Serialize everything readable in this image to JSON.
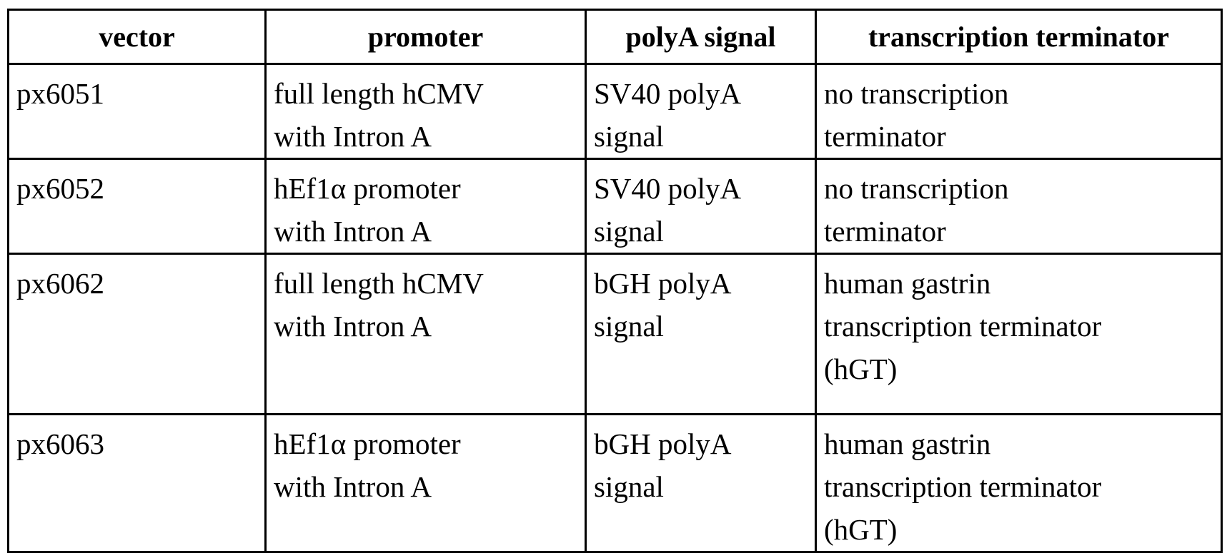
{
  "table": {
    "columns": [
      {
        "key": "vector",
        "label": "vector"
      },
      {
        "key": "promoter",
        "label": "promoter"
      },
      {
        "key": "polya",
        "label": "polyA signal"
      },
      {
        "key": "terminator",
        "label": "transcription terminator"
      }
    ],
    "rows": [
      {
        "vector": "px6051",
        "promoter_lines": [
          "full length hCMV",
          "with Intron A"
        ],
        "polya_lines": [
          "SV40 polyA",
          "signal"
        ],
        "terminator_lines": [
          "no transcription",
          "terminator"
        ]
      },
      {
        "vector": "px6052",
        "promoter_lines": [
          "hEf1α promoter",
          "with Intron A"
        ],
        "polya_lines": [
          "SV40 polyA",
          "signal"
        ],
        "terminator_lines": [
          "no transcription",
          "terminator"
        ]
      },
      {
        "vector": "px6062",
        "promoter_lines": [
          "full length hCMV",
          "with Intron A"
        ],
        "polya_lines": [
          "bGH polyA",
          "signal"
        ],
        "terminator_lines": [
          "human gastrin",
          "transcription terminator",
          "(hGT)"
        ]
      },
      {
        "vector": "px6063",
        "promoter_lines": [
          "hEf1α promoter",
          "with Intron A"
        ],
        "polya_lines": [
          "bGH polyA",
          "signal"
        ],
        "terminator_lines": [
          "human gastrin",
          "transcription terminator",
          "(hGT)"
        ]
      }
    ]
  },
  "style": {
    "border_color": "#000000",
    "background_color": "#ffffff",
    "text_color": "#000000"
  }
}
